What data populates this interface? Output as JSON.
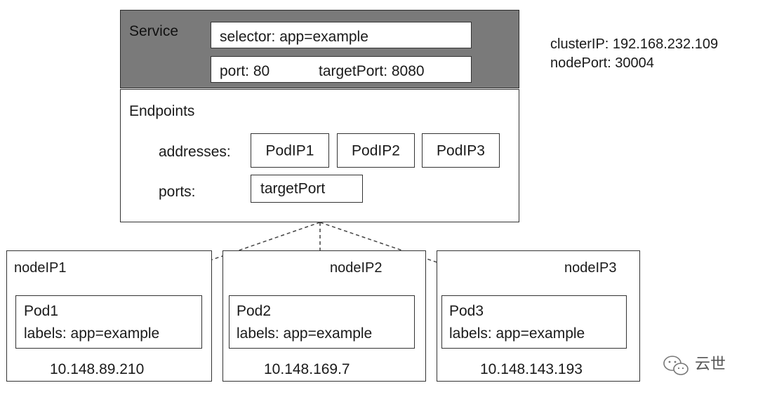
{
  "service": {
    "title": "Service",
    "selector": "selector:  app=example",
    "port": "port: 80",
    "target_port": "targetPort: 8080"
  },
  "cluster": {
    "cluster_ip": "clusterIP: 192.168.232.109",
    "node_port": "nodePort: 30004"
  },
  "endpoints": {
    "title": "Endpoints",
    "addresses_label": "addresses:",
    "ports_label": "ports:",
    "addresses": [
      "PodIP1",
      "PodIP2",
      "PodIP3"
    ],
    "port_value": "targetPort"
  },
  "nodes": [
    {
      "label": "nodeIP1",
      "pod_name": "Pod1",
      "pod_labels": "labels: app=example",
      "ip": "10.148.89.210"
    },
    {
      "label": "nodeIP2",
      "pod_name": "Pod2",
      "pod_labels": "labels: app=example",
      "ip": "10.148.169.7"
    },
    {
      "label": "nodeIP3",
      "pod_name": "Pod3",
      "pod_labels": "labels: app=example",
      "ip": "10.148.143.193"
    }
  ],
  "watermark": {
    "text": "云世",
    "icon": "wechat-icon"
  },
  "colors": {
    "service_fill": "#7a7a7a",
    "border": "#333333",
    "text": "#1a1a1a"
  }
}
